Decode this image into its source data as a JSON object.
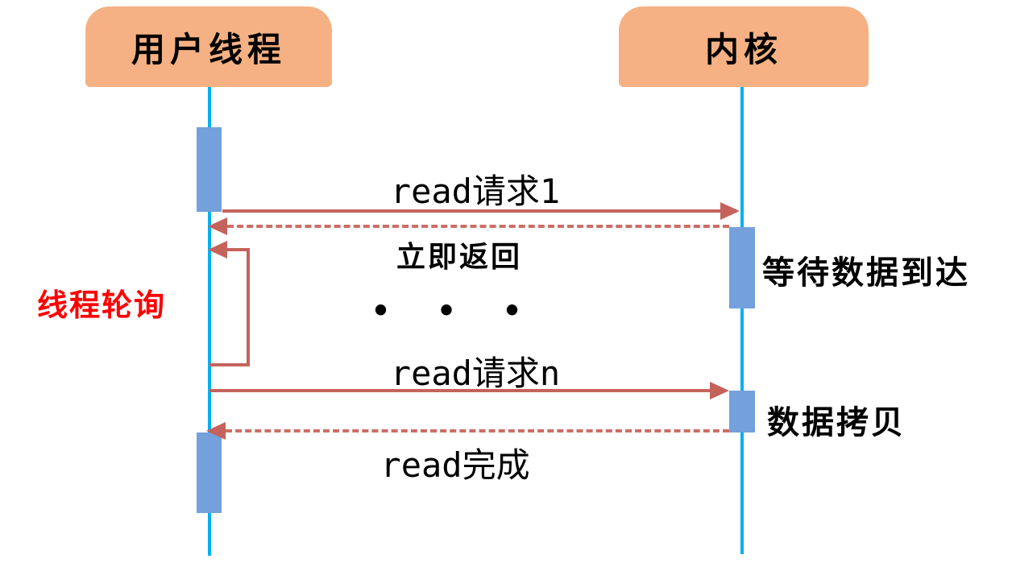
{
  "colors": {
    "header": "#F5B183",
    "lifeline": "#00B0F0",
    "activation": "#74A0DC",
    "arrow": "#C4635C",
    "arrow-dashed": "#CB6E67",
    "red-label": "#FF0000",
    "text": "#000000",
    "bg": "#FFFFFF"
  },
  "diagram": {
    "actors": [
      {
        "name": "user-thread",
        "label": "用户线程"
      },
      {
        "name": "kernel",
        "label": "内核"
      }
    ],
    "messages": [
      {
        "name": "read-request-1",
        "label": "read请求1",
        "style": "solid-right"
      },
      {
        "name": "immediate-return",
        "label": "立即返回",
        "style": "dashed-left"
      },
      {
        "name": "thread-polling",
        "label": "线程轮询",
        "style": "self-loop"
      },
      {
        "name": "ellipsis",
        "label": "• • •"
      },
      {
        "name": "read-request-n",
        "label": "read请求n",
        "style": "solid-right"
      },
      {
        "name": "read-complete",
        "label": "read完成",
        "style": "dashed-left"
      }
    ],
    "kernel_activities": [
      {
        "name": "wait-for-data",
        "label": "等待数据到达"
      },
      {
        "name": "data-copy",
        "label": "数据拷贝"
      }
    ]
  }
}
